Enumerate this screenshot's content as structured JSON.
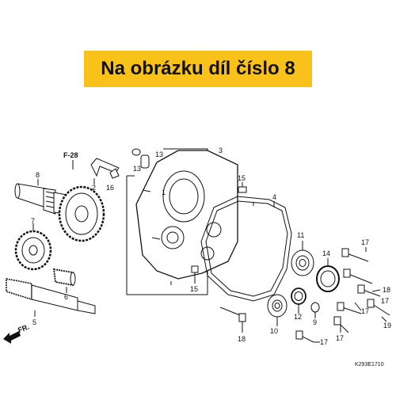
{
  "banner": {
    "text": "Na obrázku díl číslo 8",
    "color": "#f9c21b"
  },
  "ref_page": "F-28",
  "direction": "FR.",
  "diagram_code": "K293E1710",
  "callouts": {
    "c1": "1",
    "c2": "2",
    "c3": "3",
    "c4": "4",
    "c5": "5",
    "c6": "6",
    "c7": "7",
    "c8": "8",
    "c9": "9",
    "c10": "10",
    "c11": "11",
    "c12": "12",
    "c13a": "13",
    "c13b": "13",
    "c14": "14",
    "c15a": "15",
    "c15b": "15",
    "c16": "16",
    "c17a": "17",
    "c17b": "17",
    "c17c": "17",
    "c17d": "17",
    "c17e": "17",
    "c18a": "18",
    "c18b": "18",
    "c19": "19"
  }
}
